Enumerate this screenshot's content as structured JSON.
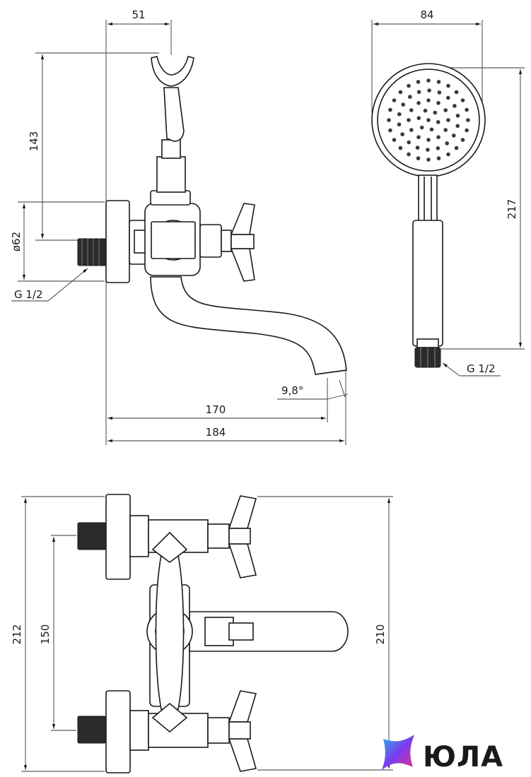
{
  "dimensions": {
    "top_width": "51",
    "height_143": "143",
    "flange_dia": "ø62",
    "thread_left": "G 1/2",
    "angle": "9,8°",
    "len_170": "170",
    "len_184": "184",
    "head_dia": "84",
    "handle_len": "217",
    "thread_right": "G 1/2",
    "total_212": "212",
    "spacing_150": "150",
    "height_210": "210"
  },
  "brand": {
    "name": "ЮЛА",
    "colors": [
      "#2bb3e8",
      "#7a3cf0",
      "#e0308a"
    ]
  }
}
